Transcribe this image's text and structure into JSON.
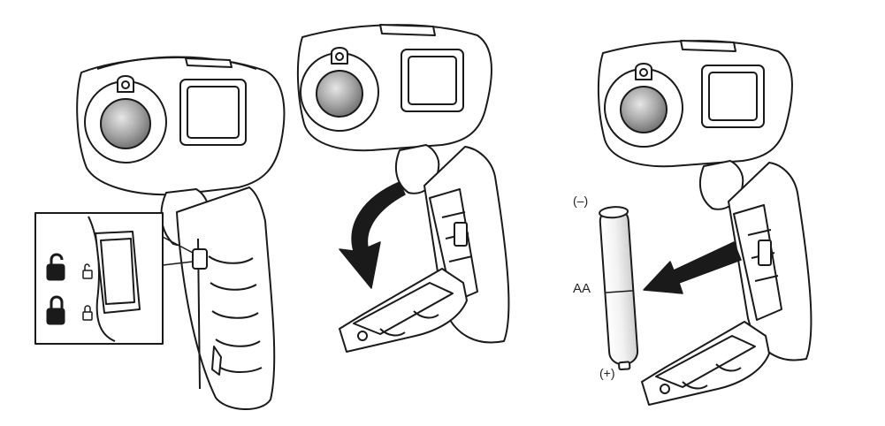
{
  "panels": [
    {
      "id": "unlock",
      "inset_icons": [
        "unlock-icon",
        "lock-icon"
      ]
    },
    {
      "id": "open-cover",
      "arrow": "curved-arrow-down"
    },
    {
      "id": "insert-battery",
      "arrow": "straight-arrow-left"
    }
  ],
  "battery": {
    "type_label": "AA",
    "negative_label": "(–)",
    "positive_label": "(+)"
  },
  "colors": {
    "ink": "#1a1a1a",
    "lens": "#9a9a9a",
    "background": "#ffffff"
  }
}
